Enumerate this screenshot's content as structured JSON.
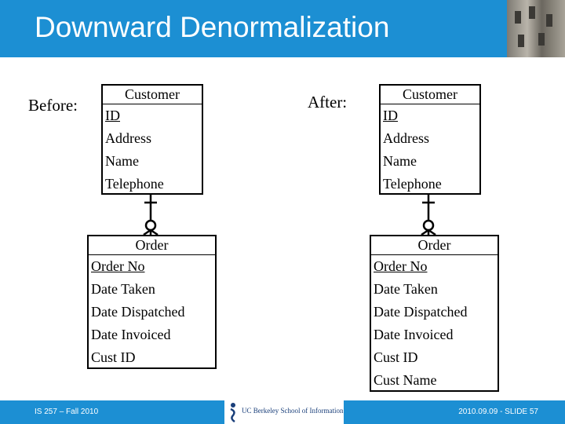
{
  "header": {
    "title": "Downward Denormalization",
    "color": "#1c8fd3"
  },
  "before": {
    "label": "Before:",
    "customer": {
      "title": "Customer",
      "attributes": [
        "ID",
        "Address",
        "Name",
        "Telephone"
      ]
    },
    "order": {
      "title": "Order",
      "attributes": [
        "Order No",
        "Date Taken",
        "Date Dispatched",
        "Date Invoiced",
        "Cust ID"
      ]
    }
  },
  "after": {
    "label": "After:",
    "customer": {
      "title": "Customer",
      "attributes": [
        "ID",
        "Address",
        "Name",
        "Telephone"
      ]
    },
    "order": {
      "title": "Order",
      "attributes": [
        "Order No",
        "Date Taken",
        "Date Dispatched",
        "Date Invoiced",
        "Cust ID",
        "Cust Name"
      ]
    }
  },
  "footer": {
    "left": "IS 257 – Fall 2010",
    "right": "2010.09.09 - SLIDE 57",
    "logo": "UC Berkeley School of Information"
  }
}
